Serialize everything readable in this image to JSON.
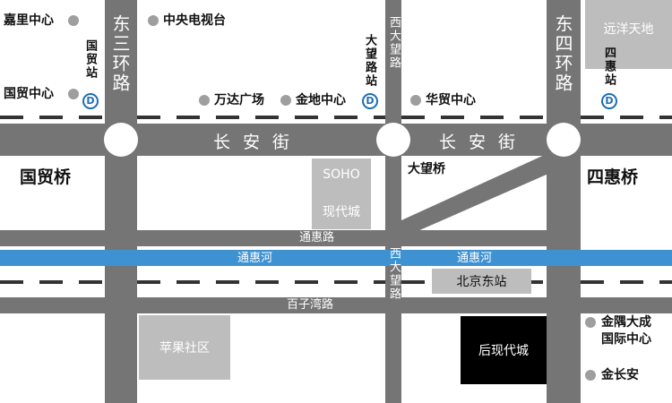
{
  "roads": {
    "east_third_ring": "东三环路",
    "east_fourth_ring": "东四环路",
    "changan_street": "长安街",
    "west_dawang_north": "西大望路",
    "west_dawang_south": "西大望路",
    "tonghui_road": "通惠路",
    "tonghui_river": "通惠河",
    "tonghui_river_east": "通惠河",
    "baiziwan_road": "百子湾路"
  },
  "districts": {
    "guomao_bridge": "国贸桥",
    "sihui_bridge": "四惠桥",
    "dawang_bridge": "大望桥"
  },
  "landmarks": {
    "jiali_center": "嘉里中心",
    "guomao_center": "国贸中心",
    "cctv": "中央电视台",
    "wanda_plaza": "万达广场",
    "jindi_center": "金地中心",
    "huamao_center": "华贸中心",
    "jinyu_line1": "金隅大成",
    "jinyu_line2": "国际中心",
    "jin_changan": "金长安"
  },
  "metro_stations": {
    "guomao": "国贸站",
    "dawanglu": "大望路站",
    "sihui": "四惠站",
    "metro_symbol": "D"
  },
  "buildings": {
    "yuanyang": "远洋天地",
    "soho_line1": "SOHO",
    "soho_line2": "现代城",
    "beijing_east_station": "北京东站",
    "apple_community": "苹果社区",
    "hou_modern_city": "后现代城"
  },
  "colors": {
    "road": "#757575",
    "river": "#3f92d2",
    "building": "#bdbdbd",
    "target_building": "#000000",
    "metro": "#1c6db5",
    "poi_dot": "#9e9e9e"
  }
}
